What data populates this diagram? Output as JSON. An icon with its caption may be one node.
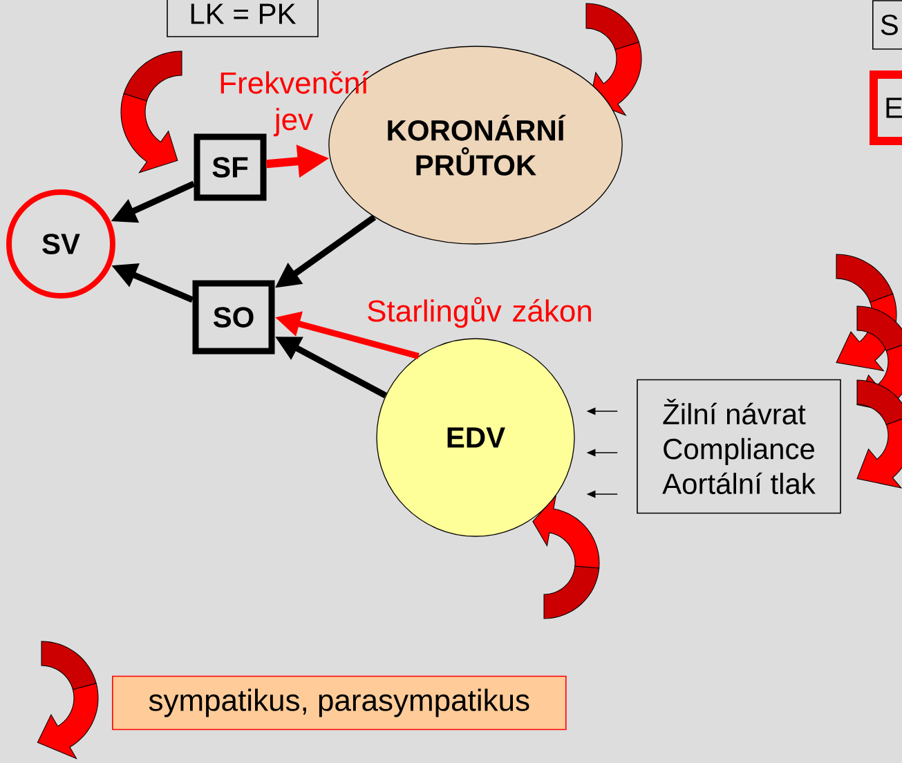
{
  "diagram": {
    "nodes": [
      {
        "text": [
          "LK = PK"
        ]
      },
      {
        "text": [
          "SF"
        ]
      },
      {
        "text": [
          "KORONÁRNÍ PRŮTOK"
        ]
      },
      {
        "text": [
          "SV"
        ]
      },
      {
        "text": [
          "SO"
        ]
      },
      {
        "text": [
          "EDV"
        ]
      },
      {
        "text": [
          "Žilní návrat",
          "Compliance",
          "Aortální tlak"
        ]
      },
      {
        "text": [
          "S"
        ]
      },
      {
        "text": [
          "E"
        ]
      }
    ],
    "edges": [
      {
        "from": 1,
        "to": 3,
        "arrow": "to"
      },
      {
        "from": 1,
        "to": 2,
        "arrow": "to",
        "color": "#ff0000",
        "label": "Frekvenční jev"
      },
      {
        "from": 2,
        "to": 4,
        "arrow": "to"
      },
      {
        "from": 4,
        "to": 3,
        "arrow": "to"
      },
      {
        "from": 5,
        "to": 4,
        "arrow": "to",
        "color": "#ff0000",
        "label": "Starlingův zákon"
      },
      {
        "from": 5,
        "to": 4,
        "arrow": "to"
      },
      {
        "from": 6,
        "to": 5,
        "arrow": "to"
      },
      {
        "from": 6,
        "to": 5,
        "arrow": "to"
      },
      {
        "from": 6,
        "to": 5,
        "arrow": "to"
      }
    ],
    "legend": [
      {
        "text": "sympatikus, parasympatikus"
      }
    ]
  }
}
